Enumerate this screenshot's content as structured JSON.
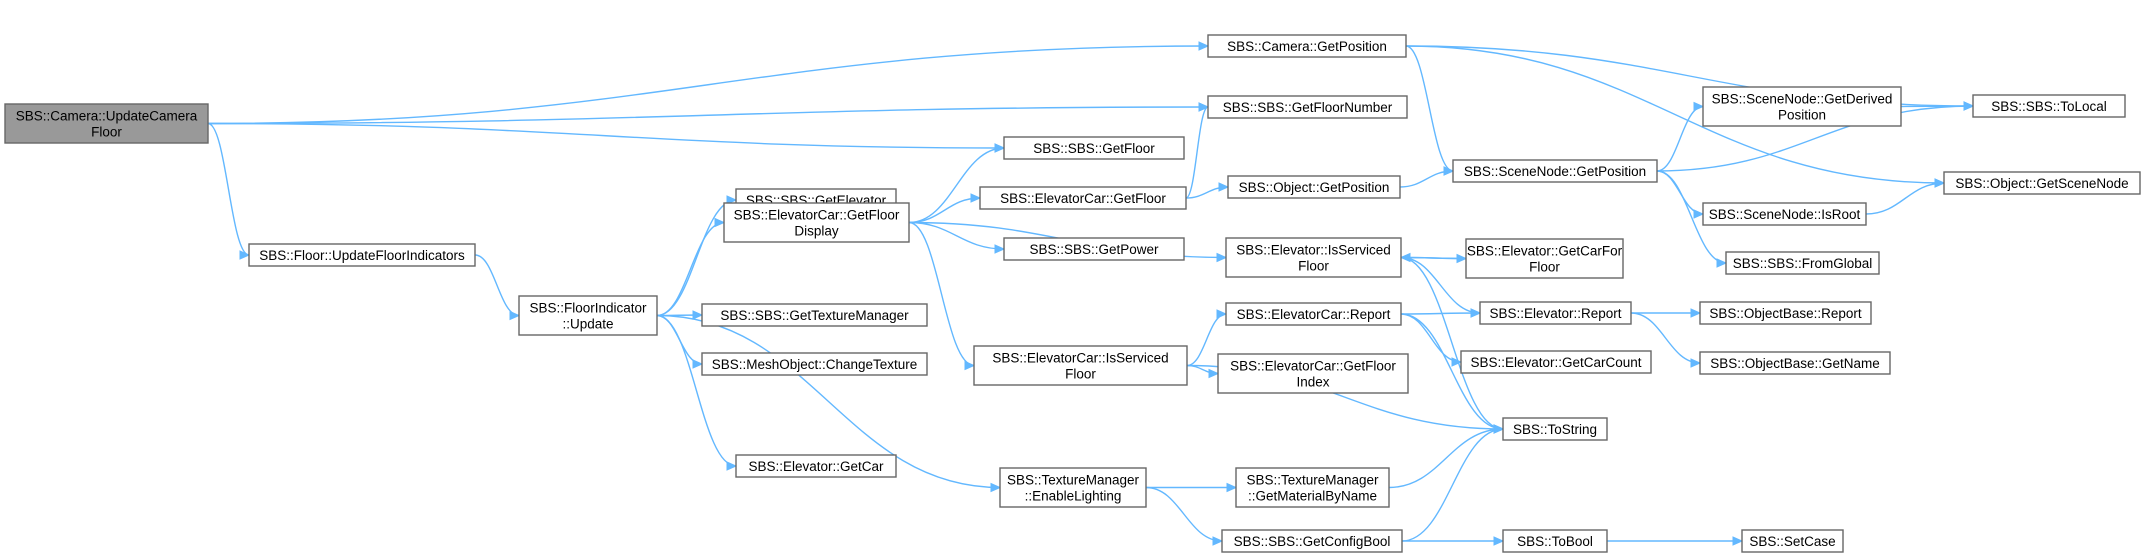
{
  "colors": {
    "edge": "#63b8ff",
    "node_border": "#666666",
    "node_fill": "#ffffff",
    "root_fill": "#999999"
  },
  "nodes": {
    "update_camera_floor": {
      "lines": [
        "SBS::Camera::UpdateCamera",
        "Floor"
      ]
    },
    "camera_getposition": {
      "lines": [
        "SBS::Camera::GetPosition"
      ]
    },
    "sbs_getfloornumber": {
      "lines": [
        "SBS::SBS::GetFloorNumber"
      ]
    },
    "sbs_getfloor": {
      "lines": [
        "SBS::SBS::GetFloor"
      ]
    },
    "floor_updatefloorindicators": {
      "lines": [
        "SBS::Floor::UpdateFloorIndicators"
      ]
    },
    "floorindicator_update": {
      "lines": [
        "SBS::FloorIndicator",
        "::Update"
      ]
    },
    "sbs_getelevator": {
      "lines": [
        "SBS::SBS::GetElevator"
      ]
    },
    "elevatorcar_getfloordisplay": {
      "lines": [
        "SBS::ElevatorCar::GetFloor",
        "Display"
      ]
    },
    "sbs_gettexturemanager": {
      "lines": [
        "SBS::SBS::GetTextureManager"
      ]
    },
    "meshobject_changetexture": {
      "lines": [
        "SBS::MeshObject::ChangeTexture"
      ]
    },
    "elevator_getcar": {
      "lines": [
        "SBS::Elevator::GetCar"
      ]
    },
    "elevatorcar_getfloor": {
      "lines": [
        "SBS::ElevatorCar::GetFloor"
      ]
    },
    "sbs_getpower": {
      "lines": [
        "SBS::SBS::GetPower"
      ]
    },
    "elevatorcar_isservicedfloor": {
      "lines": [
        "SBS::ElevatorCar::IsServiced",
        "Floor"
      ]
    },
    "texturemanager_enablelighting": {
      "lines": [
        "SBS::TextureManager",
        "::EnableLighting"
      ]
    },
    "object_getposition": {
      "lines": [
        "SBS::Object::GetPosition"
      ]
    },
    "elevator_isservicedfloor": {
      "lines": [
        "SBS::Elevator::IsServiced",
        "Floor"
      ]
    },
    "elevatorcar_report": {
      "lines": [
        "SBS::ElevatorCar::Report"
      ]
    },
    "elevatorcar_getfloorindex": {
      "lines": [
        "SBS::ElevatorCar::GetFloor",
        "Index"
      ]
    },
    "texturemanager_getmaterialbyname": {
      "lines": [
        "SBS::TextureManager",
        "::GetMaterialByName"
      ]
    },
    "sbs_getconfigbool": {
      "lines": [
        "SBS::SBS::GetConfigBool"
      ]
    },
    "scenenode_getposition": {
      "lines": [
        "SBS::SceneNode::GetPosition"
      ]
    },
    "elevator_getcarforfloor": {
      "lines": [
        "SBS::Elevator::GetCarFor",
        "Floor"
      ]
    },
    "elevator_report": {
      "lines": [
        "SBS::Elevator::Report"
      ]
    },
    "elevator_getcarcount": {
      "lines": [
        "SBS::Elevator::GetCarCount"
      ]
    },
    "sbs_tostring": {
      "lines": [
        "SBS::ToString"
      ]
    },
    "sbs_tobool": {
      "lines": [
        "SBS::ToBool"
      ]
    },
    "scenenode_getderivedposition": {
      "lines": [
        "SBS::SceneNode::GetDerived",
        "Position"
      ]
    },
    "scenenode_isroot": {
      "lines": [
        "SBS::SceneNode::IsRoot"
      ]
    },
    "sbs_fromglobal": {
      "lines": [
        "SBS::SBS::FromGlobal"
      ]
    },
    "objectbase_report": {
      "lines": [
        "SBS::ObjectBase::Report"
      ]
    },
    "objectbase_getname": {
      "lines": [
        "SBS::ObjectBase::GetName"
      ]
    },
    "sbs_setcase": {
      "lines": [
        "SBS::SetCase"
      ]
    },
    "sbs_tolocal": {
      "lines": [
        "SBS::SBS::ToLocal"
      ]
    },
    "object_getscenenode": {
      "lines": [
        "SBS::Object::GetSceneNode"
      ]
    }
  },
  "edges": [
    [
      "update_camera_floor",
      "camera_getposition"
    ],
    [
      "update_camera_floor",
      "sbs_getfloornumber"
    ],
    [
      "update_camera_floor",
      "sbs_getfloor"
    ],
    [
      "update_camera_floor",
      "floor_updatefloorindicators"
    ],
    [
      "floor_updatefloorindicators",
      "floorindicator_update"
    ],
    [
      "floorindicator_update",
      "sbs_getelevator"
    ],
    [
      "floorindicator_update",
      "elevatorcar_getfloordisplay"
    ],
    [
      "floorindicator_update",
      "sbs_gettexturemanager"
    ],
    [
      "floorindicator_update",
      "meshobject_changetexture"
    ],
    [
      "floorindicator_update",
      "elevator_getcar"
    ],
    [
      "floorindicator_update",
      "texturemanager_enablelighting"
    ],
    [
      "elevatorcar_getfloordisplay",
      "sbs_getfloor"
    ],
    [
      "elevatorcar_getfloordisplay",
      "elevatorcar_getfloor"
    ],
    [
      "elevatorcar_getfloordisplay",
      "sbs_getpower"
    ],
    [
      "elevatorcar_getfloordisplay",
      "elevator_isservicedfloor"
    ],
    [
      "elevatorcar_getfloordisplay",
      "elevatorcar_isservicedfloor"
    ],
    [
      "elevatorcar_getfloor",
      "sbs_getfloornumber"
    ],
    [
      "elevatorcar_getfloor",
      "object_getposition"
    ],
    [
      "object_getposition",
      "scenenode_getposition"
    ],
    [
      "camera_getposition",
      "scenenode_getposition"
    ],
    [
      "camera_getposition",
      "sbs_tolocal"
    ],
    [
      "camera_getposition",
      "object_getscenenode"
    ],
    [
      "scenenode_getposition",
      "scenenode_getderivedposition"
    ],
    [
      "scenenode_getposition",
      "sbs_tolocal"
    ],
    [
      "scenenode_getposition",
      "scenenode_isroot"
    ],
    [
      "scenenode_getposition",
      "sbs_fromglobal"
    ],
    [
      "scenenode_getderivedposition",
      "sbs_tolocal"
    ],
    [
      "scenenode_isroot",
      "object_getscenenode"
    ],
    [
      "elevator_isservicedfloor",
      "elevator_getcarforfloor"
    ],
    [
      "elevator_getcarforfloor",
      "elevator_isservicedfloor"
    ],
    [
      "elevator_isservicedfloor",
      "elevator_report"
    ],
    [
      "elevator_isservicedfloor",
      "sbs_tostring"
    ],
    [
      "elevatorcar_isservicedfloor",
      "elevatorcar_report"
    ],
    [
      "elevatorcar_isservicedfloor",
      "elevatorcar_getfloorindex"
    ],
    [
      "elevatorcar_isservicedfloor",
      "sbs_tostring"
    ],
    [
      "elevatorcar_report",
      "elevator_report"
    ],
    [
      "elevatorcar_report",
      "elevator_getcarcount"
    ],
    [
      "elevatorcar_report",
      "sbs_tostring"
    ],
    [
      "elevator_report",
      "objectbase_report"
    ],
    [
      "elevator_report",
      "objectbase_getname"
    ],
    [
      "texturemanager_enablelighting",
      "texturemanager_getmaterialbyname"
    ],
    [
      "texturemanager_enablelighting",
      "sbs_getconfigbool"
    ],
    [
      "texturemanager_getmaterialbyname",
      "sbs_tostring"
    ],
    [
      "sbs_getconfigbool",
      "sbs_tostring"
    ],
    [
      "sbs_getconfigbool",
      "sbs_tobool"
    ],
    [
      "sbs_tobool",
      "sbs_setcase"
    ]
  ]
}
